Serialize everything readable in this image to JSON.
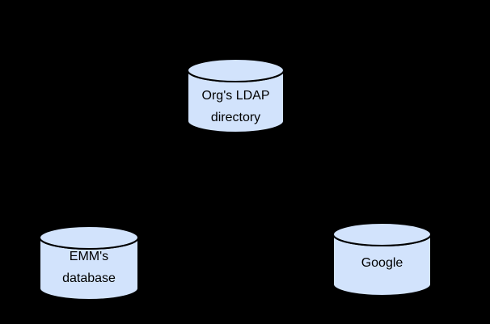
{
  "diagram": {
    "background_color": "#000000",
    "node_fill": "#d2e3fc",
    "node_stroke": "#000000",
    "text_color": "#000000",
    "nodes": [
      {
        "id": "orgs-ldap-directory",
        "shape": "database-cylinder",
        "label_lines": [
          "Org's LDAP",
          "directory"
        ]
      },
      {
        "id": "emms-database",
        "shape": "database-cylinder",
        "label_lines": [
          "EMM's",
          "database"
        ]
      },
      {
        "id": "google",
        "shape": "database-cylinder",
        "label_lines": [
          "Google"
        ]
      }
    ],
    "connectors": [
      {
        "from": "emms-database",
        "to": "google",
        "style": "faint-line",
        "color": "#1a1a1f",
        "fade_to": "#000000"
      }
    ]
  }
}
